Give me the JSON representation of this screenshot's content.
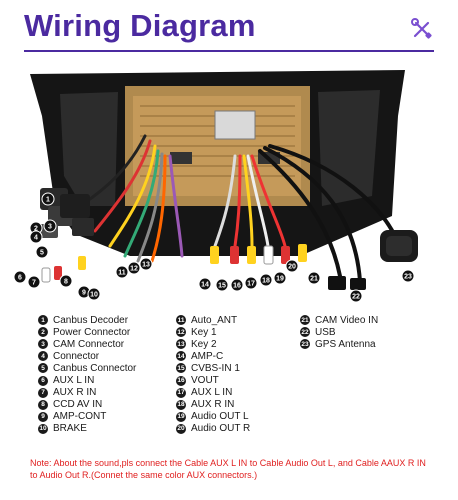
{
  "title": "Wiring Diagram",
  "colors": {
    "title": "#4b2aa0",
    "note": "#e02020",
    "icon": "#7a4fd0"
  },
  "header_icon": "wrench-screwdriver-icon",
  "callout_numbers": [
    "1",
    "2",
    "3",
    "4",
    "5",
    "6",
    "7",
    "8",
    "9",
    "10",
    "11",
    "12",
    "13",
    "14",
    "15",
    "16",
    "17",
    "18",
    "19",
    "20",
    "21",
    "22",
    "23"
  ],
  "legend": [
    {
      "n": "1",
      "label": "Canbus Decoder"
    },
    {
      "n": "2",
      "label": "Power Connector"
    },
    {
      "n": "3",
      "label": "CAM Connector"
    },
    {
      "n": "4",
      "label": "Connector"
    },
    {
      "n": "5",
      "label": "Canbus Connector"
    },
    {
      "n": "6",
      "label": "AUX L IN"
    },
    {
      "n": "7",
      "label": "AUX R IN"
    },
    {
      "n": "8",
      "label": "CCD AV IN"
    },
    {
      "n": "9",
      "label": "AMP-CONT"
    },
    {
      "n": "10",
      "label": "BRAKE"
    },
    {
      "n": "11",
      "label": "Auto_ANT"
    },
    {
      "n": "12",
      "label": "Key 1"
    },
    {
      "n": "13",
      "label": "Key 2"
    },
    {
      "n": "14",
      "label": "AMP-C"
    },
    {
      "n": "15",
      "label": "CVBS-IN 1"
    },
    {
      "n": "16",
      "label": "VOUT"
    },
    {
      "n": "17",
      "label": "AUX L IN"
    },
    {
      "n": "18",
      "label": "AUX R IN"
    },
    {
      "n": "19",
      "label": "Audio OUT L"
    },
    {
      "n": "20",
      "label": "Audio OUT R"
    },
    {
      "n": "21",
      "label": "CAM Video IN"
    },
    {
      "n": "22",
      "label": "USB"
    },
    {
      "n": "23",
      "label": "GPS Antenna"
    }
  ],
  "note": "Note: About the sound,pls connect the Cable AUX L IN to Cable Audio Out L, and Cable AAUX R IN to  Audio Out R.(Connet the same color AUX connectors.)"
}
